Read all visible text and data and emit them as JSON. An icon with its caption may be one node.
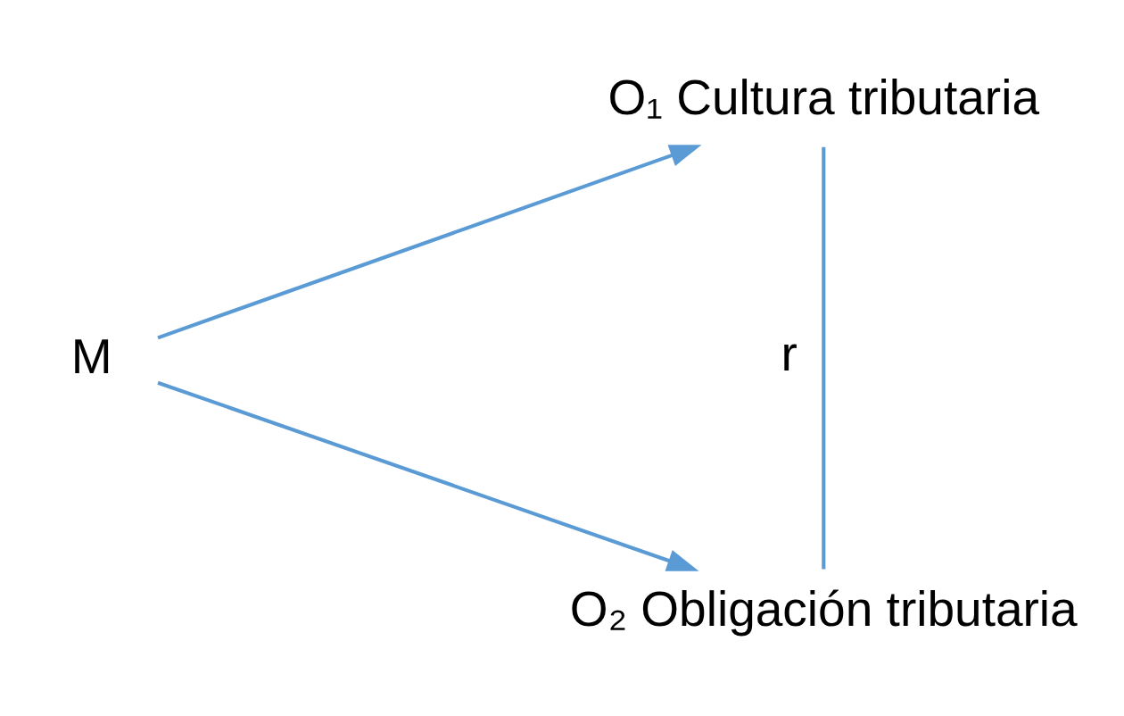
{
  "diagram": {
    "nodes": [
      {
        "text": [
          "M"
        ]
      },
      {
        "text": [
          "O₁ Cultura tributaria"
        ]
      },
      {
        "text": [
          "O₂ Obligación tributaria"
        ]
      }
    ],
    "edges": [
      {
        "from": 0,
        "to": 1,
        "arrow": "to"
      },
      {
        "from": 0,
        "to": 2,
        "arrow": "to"
      },
      {
        "from": 1,
        "to": 2,
        "arrow": "none",
        "label": "r"
      }
    ]
  }
}
